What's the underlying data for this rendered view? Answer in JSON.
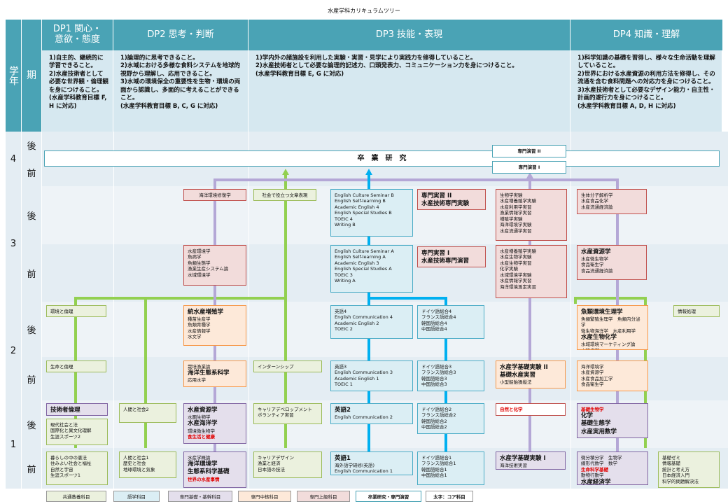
{
  "title": "水産学科カリキュラムツリー",
  "axis": {
    "year_label": "学年",
    "term_label": "期"
  },
  "headers": [
    {
      "key": "dp1",
      "label": "DP1 関心・\n意欲・態度"
    },
    {
      "key": "dp2",
      "label": "DP2 思考・判断"
    },
    {
      "key": "dp3",
      "label": "DP3 技能・表現"
    },
    {
      "key": "dp4",
      "label": "DP4 知識・理解"
    }
  ],
  "descriptions": {
    "dp1": "1)自主的、継続的に学習できること。\n2)水産技術者として必要な世界観・倫理観を身につけること。\n(水産学科教育目標 F, H に対応)",
    "dp2": "1)論理的に思考できること。\n2)水域における多様な食料システムを地球的視野から理解し、応用できること。\n3)水域の環境保全の重要性を生物・環境の両面から認識し、多面的に考えることができること。\n(水産学科教育目標 B, C, G に対応)",
    "dp3": "1)学内外の諸施設を利用した実験・実習・見学により実践力を修得していること。\n2)水産技術者として必要な論理的記述力、口頭発表力、コミュニケーション力を身につけること。\n(水産学科教育目標 E, G に対応)",
    "dp4": "1)科学知識の基礎を習得し、様々な生命活動を理解していること。\n2)世界における水産資源の利用方法を修得し、その流通を含む食料問題への対応力を身につけること。\n3)水産技術者として必要なデザイン能力・自主性・計画的遂行力を身につけること。\n(水産学科教育目標 A, D, H に対応)"
  },
  "years": [
    "4",
    "3",
    "2",
    "1"
  ],
  "terms": {
    "late": "後",
    "early": "前"
  },
  "graduation": "卒　業　研　究",
  "senmon_enshu": [
    "専門演習 II",
    "専門演習 I"
  ],
  "boxes": {
    "y3l_dp2": "海洋環境修復学",
    "y3l_dp1": "社会で役立つ文章表現",
    "y3l_dp3a": "English Culture Seminar B\nEnglish Self-learning B\nAcademic English 4\nEnglish Special Studies B\nTOEIC 4\nWriting B",
    "y3l_dp3b_1": "専門実習 II",
    "y3l_dp3b_2": "水産技術専門実験",
    "y3l_dp4a": "生物学実験\n水産増養殖学実験\n水産利用学実習\n漁業情報学実習\n増殖学実験\n海洋環境学実験\n水産流通学実習",
    "y3l_dp4b": "生体分子解析学\n水産食品化学\n水産流通経済論",
    "y3e_dp2": "水産環境学\n魚病学\n魚類生態学\n漁業生産システム論\n水域環境学",
    "y3e_dp3a": "English Culture Seminar A\nEnglish Self-learning A\nAcademic English 3\nEnglish Special Studies A\nTOEIC 3\nWriting A",
    "y3e_dp3b_1": "専門実習 I",
    "y3e_dp3b_2": "水産技術専門演習",
    "y3e_dp4a": "水産増養殖学実験\n水産生物学実験\n水産生物学実習\n化学実験\n水域環境学実験\n水産情報学実習\n海洋環境測定実習",
    "y3e_dp4b_1": "水産資源学",
    "y3e_dp4b_2": "水産微生物学\n食品衛生学\n食品流通経済論",
    "y2l_dp1": "環境と倫理",
    "y2l_dp2_1": "統水産増殖学",
    "y2l_dp2_2": "種苗生産学\n魚類育種学\n水産情報学\n水文学",
    "y2l_dp3a": "英語4\nEnglish Communication 4\nAcademic English 2\nTOEIC 2",
    "y2l_dp3b": "ドイツ語総合4\nフランス語総合4\n韓国語総合4\n中国語総合4",
    "y2l_dp4_1": "魚類環境生理学",
    "y2l_dp4_2": "魚類繁殖生理学　魚類内分泌学\n微生物海洋学　水産利用学",
    "y2l_dp4_3": "水産生物化学",
    "y2l_dp4_4": "水域環境マーケティング論\n水族病学",
    "y2l_extra": "情報処理",
    "y2e_dp1a": "生命と倫理",
    "y2e_dp2_1": "栽培漁業論",
    "y2e_dp2_2": "海洋生態系科学",
    "y2e_dp2_3": "応用水学",
    "y2e_dp1b": "インターンシップ",
    "y2e_dp3a": "英語3\nEnglish Communication 3\nAcademic English 1\nTOEIC 1",
    "y2e_dp3b": "ドイツ語総合3\nフランス語総合3\n韓国語総合3\n中国語総合3",
    "y2e_dp3c_1": "水産学基礎実験 II",
    "y2e_dp3c_2": "基礎水産実習",
    "y2e_dp3c_3": "小型船舶操縦法",
    "y2e_dp4": "海洋環境学\n水産資源学\n水産食品加工学\n食品衛生学",
    "y1l_dp1a_1": "技術者倫理",
    "y1l_dp1a_2": "現代社会と法\n国際化と異文化理解\n生涯スポーツ2",
    "y1l_dp1b": "人間と社会2",
    "y1l_dp2_1": "水産資源学",
    "y1l_dp2_2": "水圏生物学",
    "y1l_dp2_3": "水産海洋学",
    "y1l_dp2_4": "環境微生物学",
    "y1l_dp2_5": "食生活と健康",
    "y1l_dp1c": "キャリアデベロップメント\nボランティア実習",
    "y1l_dp3a_1": "英語2",
    "y1l_dp3a_2": "English Communication 2",
    "y1l_dp3b": "ドイツ語総合2\nフランス語総合2\n韓国語総合2\n中国語総合2",
    "y1l_dp3c": "自然と化学",
    "y1l_dp4_1": "基礎生物学",
    "y1l_dp4_2": "化学",
    "y1l_dp4_3": "基礎生態学",
    "y1l_dp4_4": "水産実用数学",
    "y1e_dp1a": "暮らしの中の憲法\n住みよい社会と福祉\n自然と宇宙\n生涯スポーツ1",
    "y1e_dp1b": "人間と社会1\n歴史と社会\n地球環境と気象",
    "y1e_dp2_1": "水産学概論",
    "y1e_dp2_2": "海洋環境学",
    "y1e_dp2_3": "生態系科学基礎",
    "y1e_dp2_4": "世界の水産事情",
    "y1e_dp1c": "キャリアデザイン\n漁業と経済\n日本語の技法",
    "y1e_dp3a_1": "英語1",
    "y1e_dp3a_2": "海外語学研修(英語)\nEnglish Communication 1",
    "y1e_dp3b": "ドイツ語総合1\nフランス語総合1\n韓国語総合1\n中国語総合1",
    "y1e_dp3c_1": "水産学基礎実験 I",
    "y1e_dp3c_2": "海洋技術実習",
    "y1e_dp4_1": "微分積分学　生物学",
    "y1e_dp4_2": "線形代数学　数学",
    "y1e_dp4_3": "生命科学基礎",
    "y1e_dp4_4": "動物行動学",
    "y1e_dp4_5": "水産経済学",
    "y1e_extra": "基礎ゼミ\n情報基礎\n統計と考え方\n日本経済入門\n科学的問題解決法"
  },
  "legend": [
    "共通教養科目",
    "語学科目",
    "専門基礎・基幹科目",
    "専門中核科目",
    "専門上級科目",
    "卒業研究・専門演習",
    "太字：コア科目"
  ],
  "colors": {
    "header": "#4aa3b5",
    "green": "#92d050",
    "purple": "#b4a7d6",
    "blue": "#00b0f0"
  }
}
